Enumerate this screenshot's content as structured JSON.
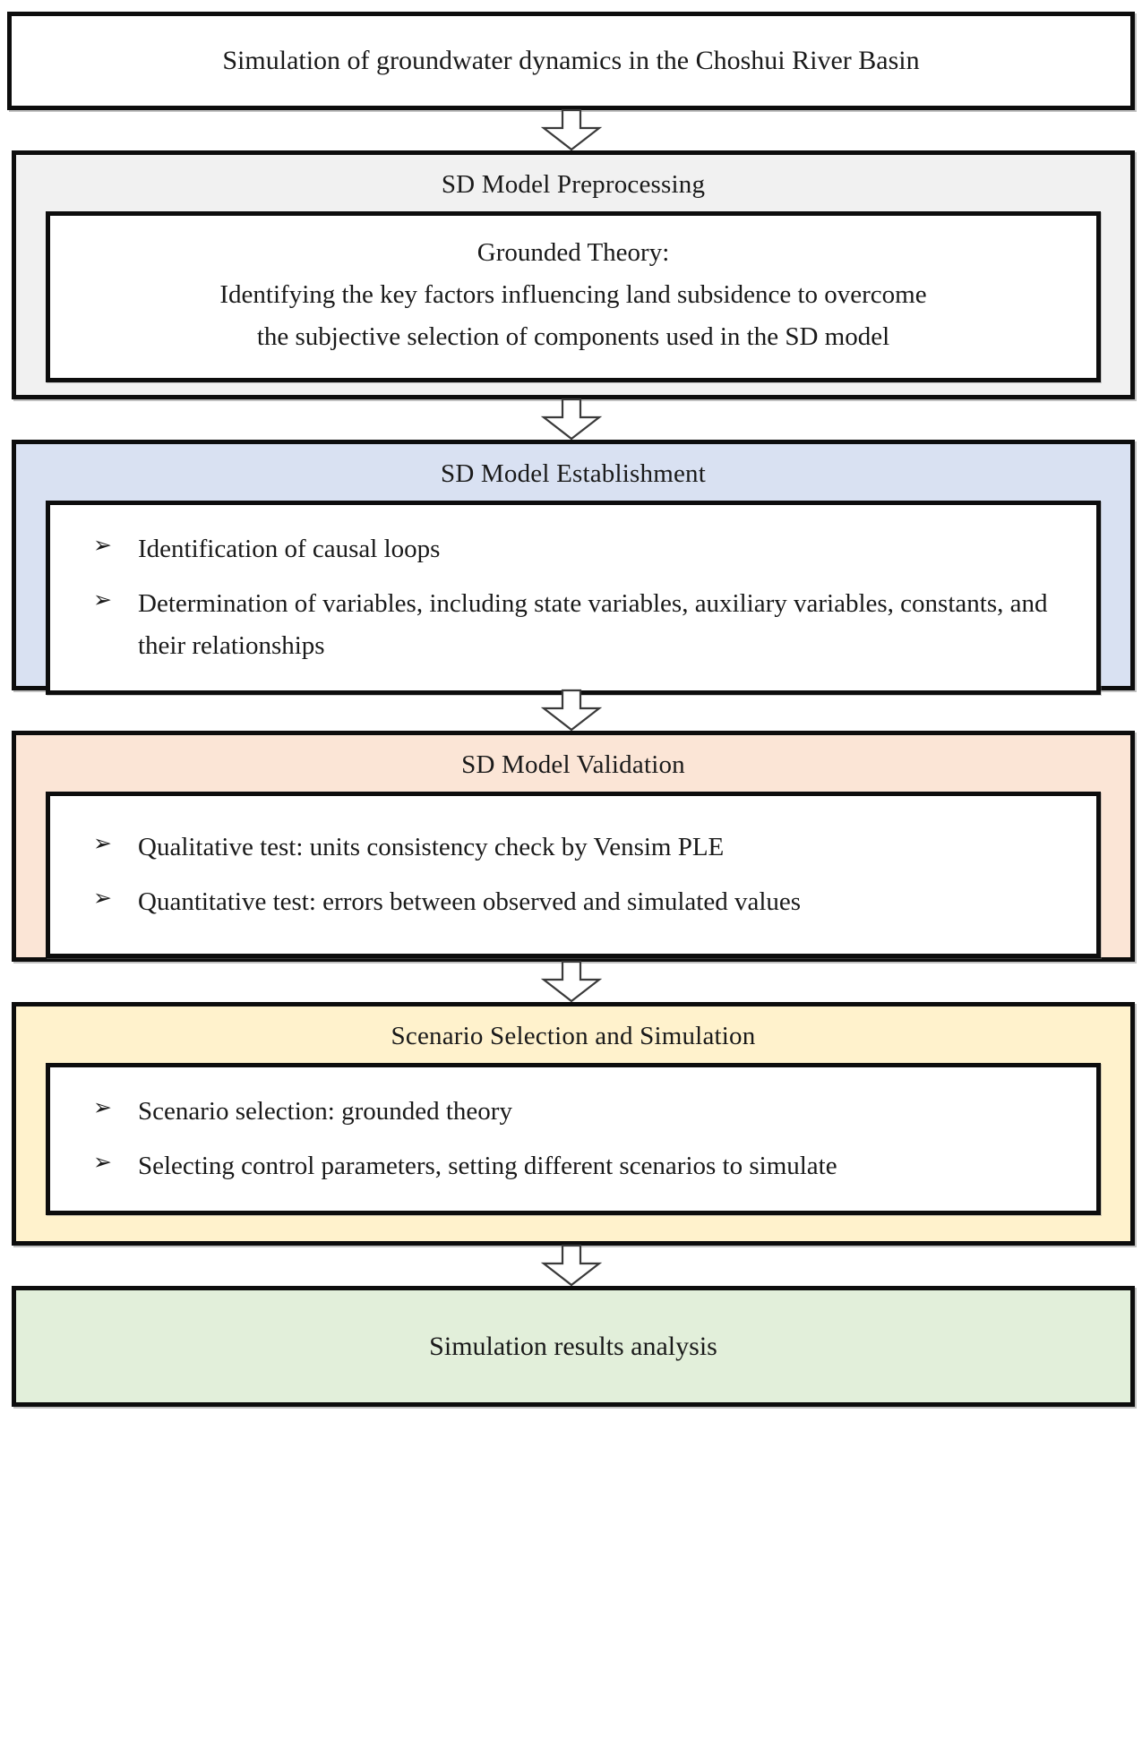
{
  "diagram": {
    "type": "flowchart",
    "orientation": "top-to-bottom",
    "connector_icon": "down-block-arrow",
    "bullet_glyph": "➢",
    "colors": {
      "start_fill": "#FFFFFF",
      "preprocessing_fill": "#F1F1F1",
      "establishment_fill": "#D9E1F2",
      "validation_fill": "#FBE5D6",
      "scenario_fill": "#FFF2CC",
      "results_fill": "#E2EFDA",
      "border": "#0D0D0D",
      "inner_fill": "#FFFFFF",
      "text": "#1A1A1A"
    }
  },
  "nodes": {
    "start": {
      "title": "Simulation of groundwater dynamics in the Choshui River Basin"
    },
    "preprocessing": {
      "title": "SD Model Preprocessing",
      "lines": [
        "Grounded Theory:",
        "Identifying the key factors influencing land subsidence to overcome",
        "the subjective selection of components used in the SD model"
      ]
    },
    "establishment": {
      "title": "SD Model Establishment",
      "bullets": [
        "Identification of causal loops",
        "Determination of variables, including state variables, auxiliary variables, constants, and their relationships"
      ]
    },
    "validation": {
      "title": "SD Model Validation",
      "bullets": [
        "Qualitative test: units consistency check by Vensim PLE",
        "Quantitative test: errors between observed and simulated values"
      ]
    },
    "scenario": {
      "title": "Scenario Selection and Simulation",
      "bullets": [
        "Scenario selection: grounded theory",
        "Selecting control parameters, setting different scenarios to simulate"
      ]
    },
    "results": {
      "title": "Simulation results analysis"
    }
  }
}
